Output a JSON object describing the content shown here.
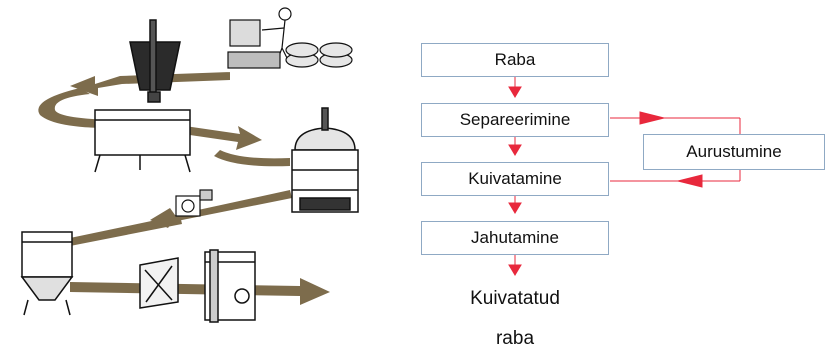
{
  "diagram": {
    "steps": [
      "Raba",
      "Separeerimine",
      "Kuivatamine",
      "Jahutamine"
    ],
    "side_step": "Aurustumine",
    "output_line1": "Kuivatatud",
    "output_line2": "raba"
  },
  "colors": {
    "arrow": "#e8283c",
    "box_border": "#8fa9c4",
    "conveyor": "#7a6a4a"
  }
}
